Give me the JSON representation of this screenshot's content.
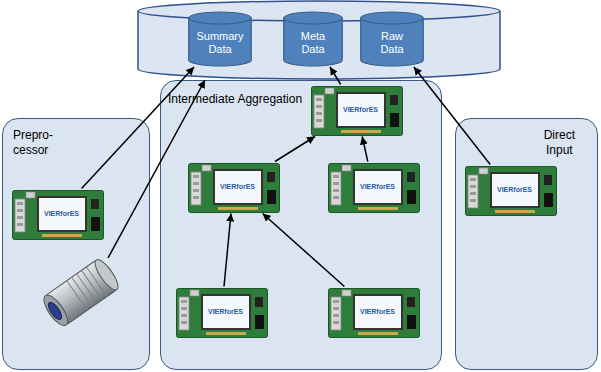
{
  "diagram": {
    "nodes": [
      {
        "text": [
          "Summary Data"
        ]
      },
      {
        "text": [
          "Meta Data"
        ]
      },
      {
        "text": [
          "Raw Data"
        ]
      },
      {
        "text": [
          "Prepro- cessor"
        ]
      },
      {
        "text": [
          "VIERforES"
        ],
        "in": 3
      },
      {
        "text": [
          "Intermediate Aggregation"
        ]
      },
      {
        "text": [
          "VIERforES"
        ],
        "in": 5
      },
      {
        "text": [
          "VIERforES"
        ],
        "in": 5
      },
      {
        "text": [
          "VIERforES"
        ],
        "in": 5
      },
      {
        "text": [
          "VIERforES"
        ],
        "in": 5
      },
      {
        "text": [
          "VIERforES"
        ],
        "in": 5
      },
      {
        "text": [
          "Direct Input"
        ]
      },
      {
        "text": [
          "VIERforES"
        ],
        "in": 11
      }
    ],
    "edges": [
      {
        "from": 4,
        "to": 0,
        "arrow": "to"
      },
      {
        "from": 6,
        "to": 1,
        "arrow": "to"
      },
      {
        "from": 12,
        "to": 2,
        "arrow": "to"
      },
      {
        "from": 7,
        "to": 6,
        "arrow": "to"
      },
      {
        "from": 8,
        "to": 6,
        "arrow": "to"
      },
      {
        "from": 9,
        "to": 7,
        "arrow": "to"
      },
      {
        "from": 10,
        "to": 7,
        "arrow": "to"
      }
    ]
  }
}
